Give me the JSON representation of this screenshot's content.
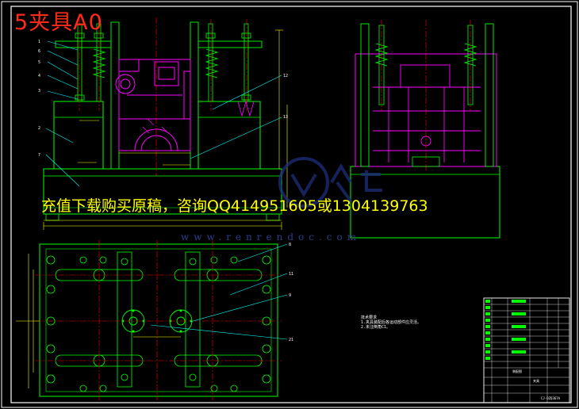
{
  "drawing_title": "5夹具A0",
  "banner_text": "充值下载购买原稿，咨询QQ414951605或1304139763",
  "watermark": {
    "url": "www.renrendoc.com"
  },
  "part_labels": [
    "1",
    "2",
    "3",
    "4",
    "5",
    "6",
    "7",
    "12",
    "13",
    "21"
  ],
  "technical_notes": {
    "heading": "技术要求",
    "lines": [
      "1.夹具装配后各运动部件应灵活。",
      "2.未注倒角C1。"
    ]
  },
  "title_block": {
    "drawing_number": "CJ-DZQ367A",
    "name_cell": "夹具",
    "material_cell": "装配图"
  },
  "colors": {
    "background": "#000000",
    "outline": "#ffffff",
    "part_lines": "#00ff00",
    "center_lines": "#ff0000",
    "hatch": "#ff00ff",
    "dimensions": "#ffff00",
    "leaders": "#00ffff",
    "title": "#ff2a1a",
    "banner": "#ffff00"
  }
}
